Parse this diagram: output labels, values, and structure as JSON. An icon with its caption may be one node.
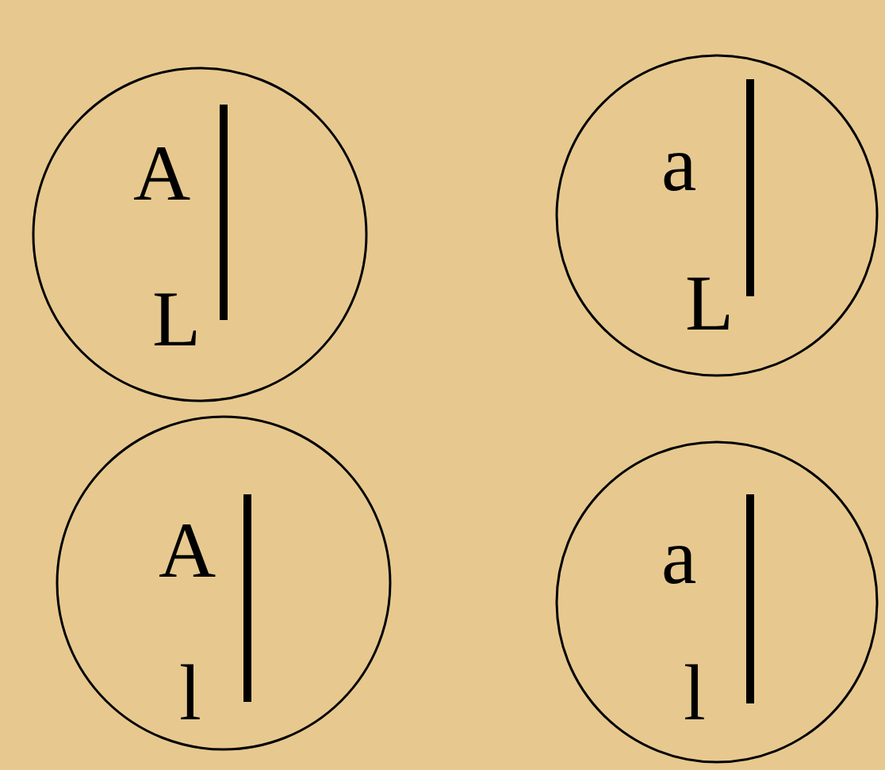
{
  "diagram": {
    "nodes": [
      {
        "text": [
          "A",
          "L"
        ]
      },
      {
        "text": [
          "a",
          "L"
        ]
      },
      {
        "text": [
          "A",
          "l"
        ]
      },
      {
        "text": [
          "a",
          "l"
        ]
      }
    ]
  }
}
